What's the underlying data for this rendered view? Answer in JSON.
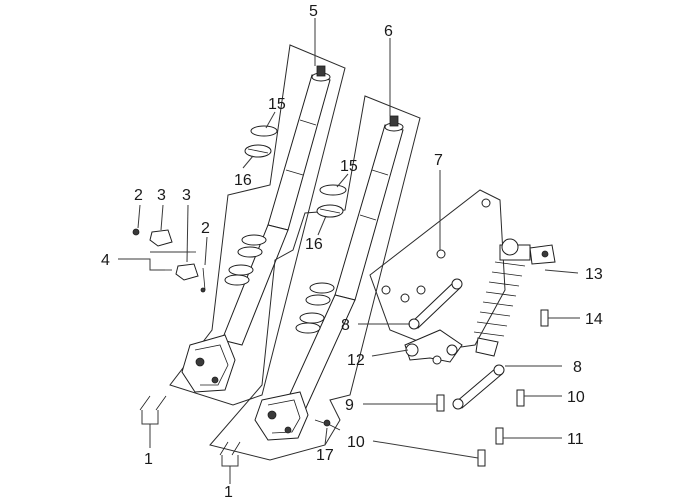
{
  "callouts": {
    "c1a": "1",
    "c1b": "1",
    "c2a": "2",
    "c2b": "2",
    "c3a": "3",
    "c3b": "3",
    "c4": "4",
    "c5": "5",
    "c6": "6",
    "c7": "7",
    "c8a": "8",
    "c8b": "8",
    "c9": "9",
    "c10a": "10",
    "c10b": "10",
    "c11": "11",
    "c12": "12",
    "c13": "13",
    "c14": "14",
    "c15a": "15",
    "c15b": "15",
    "c16a": "16",
    "c16b": "16",
    "c17": "17"
  }
}
